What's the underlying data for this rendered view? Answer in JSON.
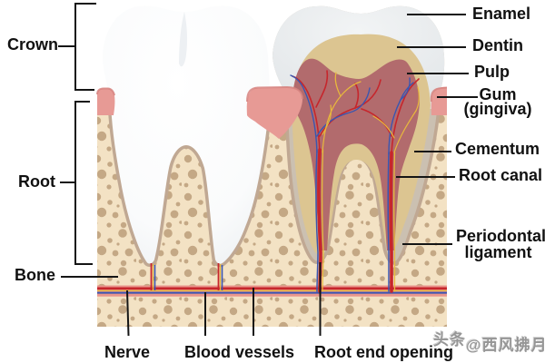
{
  "labels": {
    "crown": "Crown",
    "root": "Root",
    "bone": "Bone",
    "enamel": "Enamel",
    "dentin": "Dentin",
    "pulp": "Pulp",
    "gum_line1": "Gum",
    "gum_line2": "(gingiva)",
    "cementum": "Cementum",
    "root_canal": "Root canal",
    "periodontal_line1": "Periodontal",
    "periodontal_line2": "ligament",
    "nerve": "Nerve",
    "blood_vessels": "Blood vessels",
    "root_end_opening": "Root end opening"
  },
  "watermark": {
    "prefix": "头条",
    "handle": "@西风拂月"
  },
  "colors": {
    "bone": "#f3e2c4",
    "bone_dots": "#bfa17e",
    "ligament": "#c0a893",
    "cementum": "#cbc0b1",
    "dentin": "#dcc591",
    "pulp": "#b26b6d",
    "gum": "#e79a95",
    "gum_edge": "#d6837f",
    "artery": "#c6262c",
    "vein": "#3a56b0",
    "nerve": "#e8b93c",
    "band": "#e9958c",
    "leader": "#151515",
    "text": "#111111",
    "watermark": "#969696"
  }
}
